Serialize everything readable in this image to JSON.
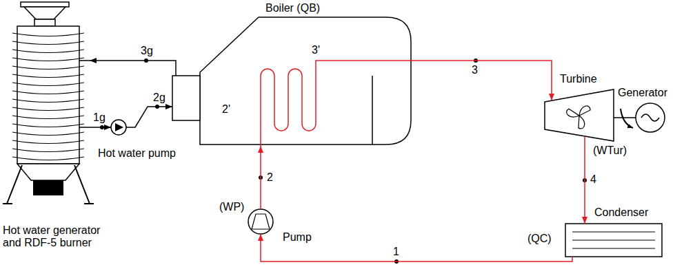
{
  "diagram": {
    "nodes": [
      {
        "text": [
          "Hot water generator and RDF-5 burner"
        ]
      },
      {
        "text": [
          "Hot water pump"
        ]
      },
      {
        "text": [
          "Boiler (QB)"
        ]
      },
      {
        "text": [
          "Pump",
          "(WP)"
        ]
      },
      {
        "text": [
          "Turbine",
          "(WTur)"
        ]
      },
      {
        "text": [
          "Generator"
        ]
      },
      {
        "text": [
          "Condenser",
          "(QC)"
        ]
      }
    ],
    "edges": [
      {
        "from": 0,
        "to": 1,
        "arrow": "to",
        "label": "1g"
      },
      {
        "from": 1,
        "to": 2,
        "arrow": "to",
        "label": "2g"
      },
      {
        "from": 2,
        "to": 0,
        "arrow": "to",
        "label": "3g"
      },
      {
        "from": 3,
        "to": 2,
        "arrow": "to",
        "label": "2"
      },
      {
        "from": 2,
        "to": 4,
        "arrow": "to",
        "label": "3"
      },
      {
        "from": 4,
        "to": 5,
        "arrow": "none"
      },
      {
        "from": 4,
        "to": 6,
        "arrow": "to",
        "label": "4"
      },
      {
        "from": 6,
        "to": 3,
        "arrow": "to",
        "label": "1"
      }
    ],
    "labels": [
      "2'",
      "3'"
    ]
  }
}
